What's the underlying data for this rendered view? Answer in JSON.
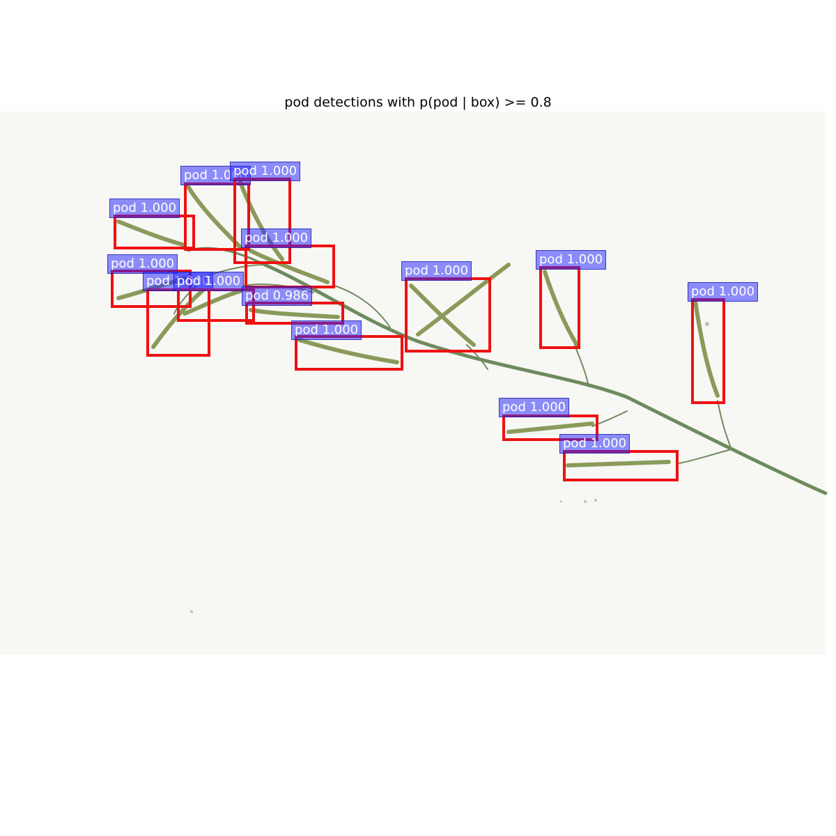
{
  "title": "pod detections with p(pod | box) >= 0.8",
  "colors": {
    "box": "#ee1111",
    "label_bg": "#5050ff",
    "stem": "#6e8a5e",
    "pod": "#8a9a5a"
  },
  "detections": [
    {
      "label": "pod 1.000"
    },
    {
      "label": "pod 1.000"
    },
    {
      "label": "pod 1.000"
    },
    {
      "label": "pod 1.000"
    },
    {
      "label": "pod 1.000"
    },
    {
      "label": "pod 1.000"
    },
    {
      "label": "pod 1.000"
    },
    {
      "label": "pod 0.986"
    },
    {
      "label": "pod 1.000"
    },
    {
      "label": "pod 1.000"
    },
    {
      "label": "pod 1.000"
    },
    {
      "label": "pod 1.000"
    },
    {
      "label": "pod 1.000"
    },
    {
      "label": "pod 1.000"
    }
  ]
}
